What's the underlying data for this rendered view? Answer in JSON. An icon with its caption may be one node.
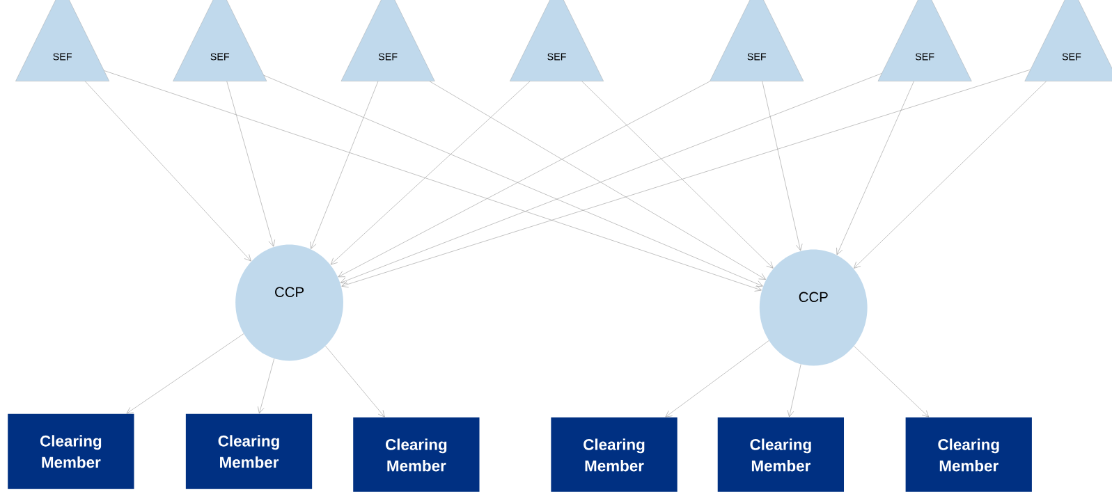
{
  "diagram": {
    "nodes": [
      {
        "text": [
          "SEF"
        ]
      },
      {
        "text": [
          "SEF"
        ]
      },
      {
        "text": [
          "SEF"
        ]
      },
      {
        "text": [
          "SEF"
        ]
      },
      {
        "text": [
          "SEF"
        ]
      },
      {
        "text": [
          "SEF"
        ]
      },
      {
        "text": [
          "SEF"
        ]
      },
      {
        "text": [
          "CCP"
        ]
      },
      {
        "text": [
          "CCP"
        ]
      },
      {
        "text": [
          "Clearing Member"
        ]
      },
      {
        "text": [
          "Clearing Member"
        ]
      },
      {
        "text": [
          "Clearing Member"
        ]
      },
      {
        "text": [
          "Clearing Member"
        ]
      },
      {
        "text": [
          "Clearing Member"
        ]
      },
      {
        "text": [
          "Clearing Member"
        ]
      }
    ],
    "edges": [
      {
        "from": 0,
        "to": 7,
        "arrow": "to"
      },
      {
        "from": 0,
        "to": 8,
        "arrow": "to"
      },
      {
        "from": 1,
        "to": 7,
        "arrow": "to"
      },
      {
        "from": 1,
        "to": 8,
        "arrow": "to"
      },
      {
        "from": 2,
        "to": 7,
        "arrow": "to"
      },
      {
        "from": 2,
        "to": 8,
        "arrow": "to"
      },
      {
        "from": 3,
        "to": 7,
        "arrow": "to"
      },
      {
        "from": 3,
        "to": 8,
        "arrow": "to"
      },
      {
        "from": 4,
        "to": 7,
        "arrow": "to"
      },
      {
        "from": 4,
        "to": 8,
        "arrow": "to"
      },
      {
        "from": 5,
        "to": 7,
        "arrow": "to"
      },
      {
        "from": 5,
        "to": 8,
        "arrow": "to"
      },
      {
        "from": 6,
        "to": 7,
        "arrow": "to"
      },
      {
        "from": 6,
        "to": 8,
        "arrow": "to"
      },
      {
        "from": 7,
        "to": 9,
        "arrow": "to"
      },
      {
        "from": 7,
        "to": 10,
        "arrow": "to"
      },
      {
        "from": 7,
        "to": 11,
        "arrow": "to"
      },
      {
        "from": 8,
        "to": 12,
        "arrow": "to"
      },
      {
        "from": 8,
        "to": 13,
        "arrow": "to"
      },
      {
        "from": 8,
        "to": 14,
        "arrow": "to"
      }
    ]
  }
}
